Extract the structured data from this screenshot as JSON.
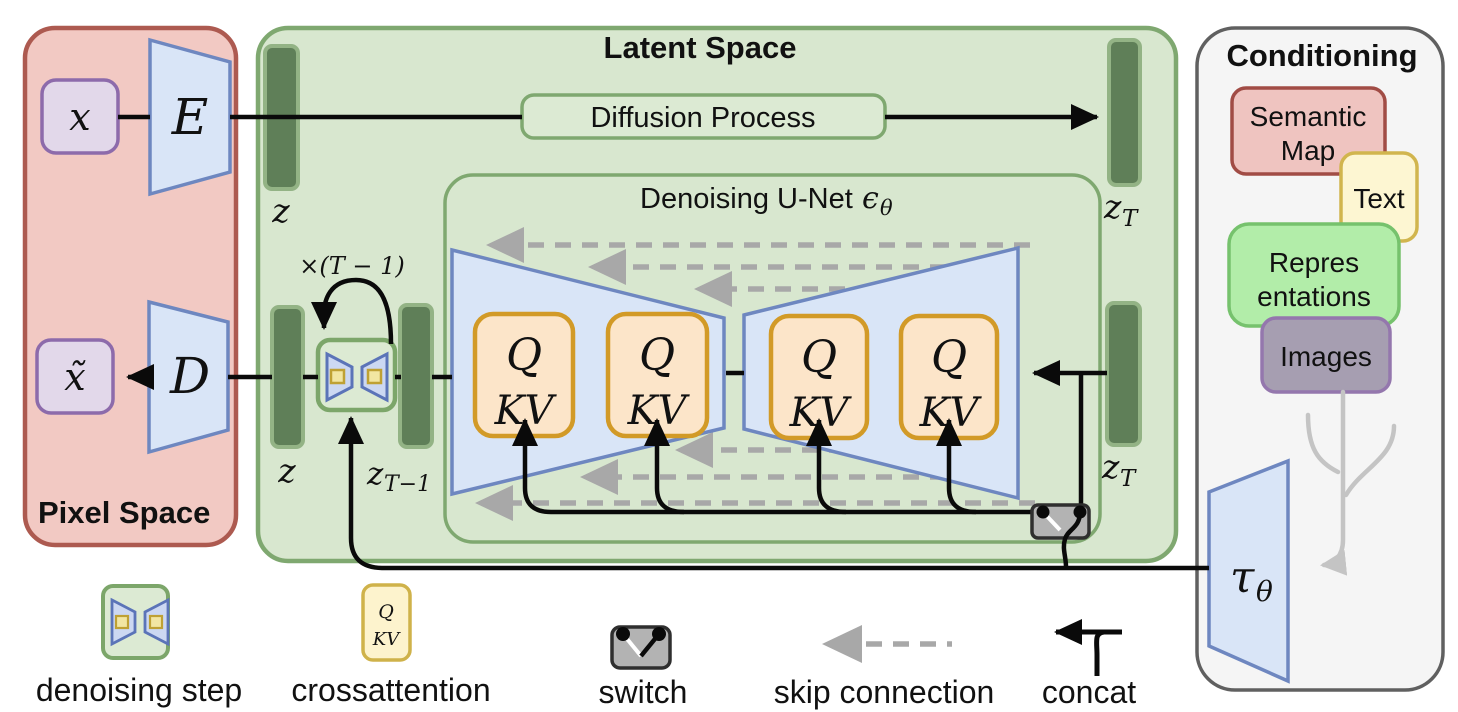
{
  "pixel_space": {
    "title": "Pixel Space",
    "x_label": "x",
    "x_tilde_label": "x̃",
    "encoder_label": "E",
    "decoder_label": "D"
  },
  "latent_space": {
    "title": "Latent Space",
    "diffusion_process_label": "Diffusion Process",
    "z_top_label": "z",
    "z_T_top_base": "z",
    "z_T_top_sub": "T",
    "z_bottom_label": "z",
    "z_T_minus_1_base": "z",
    "z_T_minus_1_sub": "T−1",
    "z_T_bottom_base": "z",
    "z_T_bottom_sub": "T",
    "loop_count_label": "×(T − 1)",
    "unet_title": "Denoising U-Net",
    "unet_epsilon": "ϵ",
    "unet_epsilon_sub": "θ",
    "attention_blocks": [
      {
        "q": "Q",
        "kv": "KV"
      },
      {
        "q": "Q",
        "kv": "KV"
      },
      {
        "q": "Q",
        "kv": "KV"
      },
      {
        "q": "Q",
        "kv": "KV"
      }
    ]
  },
  "conditioning": {
    "title": "Conditioning",
    "items": [
      {
        "line1": "Semantic",
        "line2": "Map"
      },
      {
        "line1": "Text",
        "line2": ""
      },
      {
        "line1": "Repres",
        "line2": "entations"
      },
      {
        "line1": "Images",
        "line2": ""
      }
    ],
    "tau_base": "τ",
    "tau_sub": "θ"
  },
  "legend": {
    "denoising_step": "denoising step",
    "crossattention": "crossattention",
    "crossattention_q": "Q",
    "crossattention_kv": "KV",
    "switch": "switch",
    "skip_connection": "skip connection",
    "concat": "concat"
  },
  "colors": {
    "pixel_fill": "#f2c9c3",
    "pixel_border": "#ad5a50",
    "latent_fill": "#d8e7cf",
    "latent_border": "#7fa870",
    "inner_green_fill": "#dcead3",
    "bar_fill": "#5f7f58",
    "bar_border": "#93b385",
    "purple_fill": "#e2d8ea",
    "purple_border": "#8d6bab",
    "blue_fill": "#d9e5f7",
    "blue_border": "#6e87c0",
    "qkv_fill": "#fce5c9",
    "qkv_border": "#d29a27",
    "legend_attn_fill": "#fdf3cd",
    "legend_attn_border": "#cfb24a",
    "cond_fill": "#f5f5f5",
    "cond_border": "#606060",
    "semantic_fill": "#efc4c0",
    "semantic_border": "#a14c45",
    "text_fill": "#fdf6d2",
    "text_border": "#d1b54e",
    "repr_fill": "#b2eda9",
    "repr_border": "#76c26d",
    "images_fill": "#a69eb1",
    "images_border": "#9477ad",
    "switch_fill": "#b3b3b3",
    "switch_border": "#2f2f2f",
    "skip_gray": "#a8a8a8",
    "tree_gray": "#c4c4c4",
    "line_black": "#0a0a0a"
  }
}
